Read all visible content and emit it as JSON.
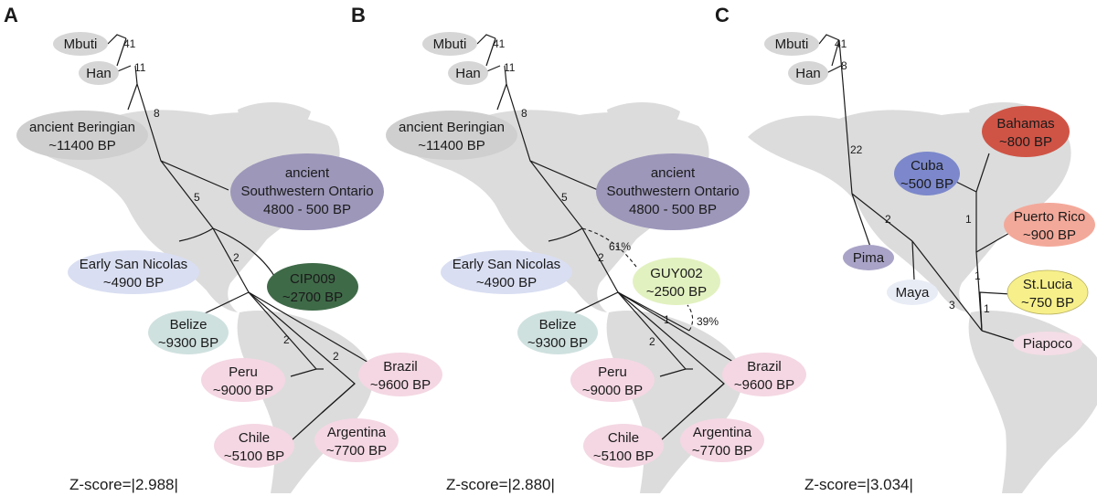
{
  "colors": {
    "gray": "#d6d6d6",
    "beringian": "#cfcfcf",
    "ontario": "#9d97ba",
    "early_san_nicolas": "#d9def2",
    "cip009": "#3f6a48",
    "belize": "#cfe1df",
    "pink": "#f4d7e3",
    "guy002": "#e2f1c0",
    "bahamas": "#cf5446",
    "cuba": "#7c88cb",
    "puerto_rico": "#f3a99a",
    "st_lucia": "#f7f08a",
    "pima": "#a9a3c7",
    "maya": "#e8ecf5",
    "piapoco": "#f4dde6",
    "map_land": "#dcdcdc"
  },
  "panels": [
    {
      "letter": "A",
      "zscore": "Z-score=|2.988|",
      "labels": {
        "mbuti": "Mbuti",
        "han": "Han",
        "beringian_l1": "ancient Beringian",
        "beringian_l2": "~11400 BP",
        "ontario_l1": "ancient",
        "ontario_l2": "Southwestern Ontario",
        "ontario_l3": "4800 - 500 BP",
        "esn_l1": "Early San Nicolas",
        "esn_l2": "~4900 BP",
        "cip_l1": "CIP009",
        "cip_l2": "~2700 BP",
        "belize_l1": "Belize",
        "belize_l2": "~9300 BP",
        "peru_l1": "Peru",
        "peru_l2": "~9000 BP",
        "brazil_l1": "Brazil",
        "brazil_l2": "~9600 BP",
        "chile_l1": "Chile",
        "chile_l2": "~5100 BP",
        "arg_l1": "Argentina",
        "arg_l2": "~7700 BP"
      },
      "branch_numbers": [
        "41",
        "11",
        "8",
        "5",
        "2",
        "2",
        "2"
      ]
    },
    {
      "letter": "B",
      "zscore": "Z-score=|2.880|",
      "labels": {
        "mbuti": "Mbuti",
        "han": "Han",
        "beringian_l1": "ancient Beringian",
        "beringian_l2": "~11400 BP",
        "ontario_l1": "ancient",
        "ontario_l2": "Southwestern Ontario",
        "ontario_l3": "4800 - 500 BP",
        "esn_l1": "Early San Nicolas",
        "esn_l2": "~4900 BP",
        "guy_l1": "GUY002",
        "guy_l2": "~2500 BP",
        "belize_l1": "Belize",
        "belize_l2": "~9300 BP",
        "peru_l1": "Peru",
        "peru_l2": "~9000 BP",
        "brazil_l1": "Brazil",
        "brazil_l2": "~9600 BP",
        "chile_l1": "Chile",
        "chile_l2": "~5100 BP",
        "arg_l1": "Argentina",
        "arg_l2": "~7700 BP"
      },
      "branch_numbers": [
        "41",
        "11",
        "8",
        "5",
        "2",
        "1",
        "2"
      ],
      "admixture": [
        "61%",
        "39%"
      ]
    },
    {
      "letter": "C",
      "zscore": "Z-score=|3.034|",
      "labels": {
        "mbuti": "Mbuti",
        "han": "Han",
        "bahamas_l1": "Bahamas",
        "bahamas_l2": "~800 BP",
        "cuba_l1": "Cuba",
        "cuba_l2": "~500 BP",
        "pr_l1": "Puerto Rico",
        "pr_l2": "~900 BP",
        "stl_l1": "St.Lucia",
        "stl_l2": "~750 BP",
        "pima": "Pima",
        "maya": "Maya",
        "piapoco": "Piapoco"
      },
      "branch_numbers": [
        "41",
        "8",
        "22",
        "2",
        "1",
        "1",
        "1",
        "3"
      ]
    }
  ]
}
